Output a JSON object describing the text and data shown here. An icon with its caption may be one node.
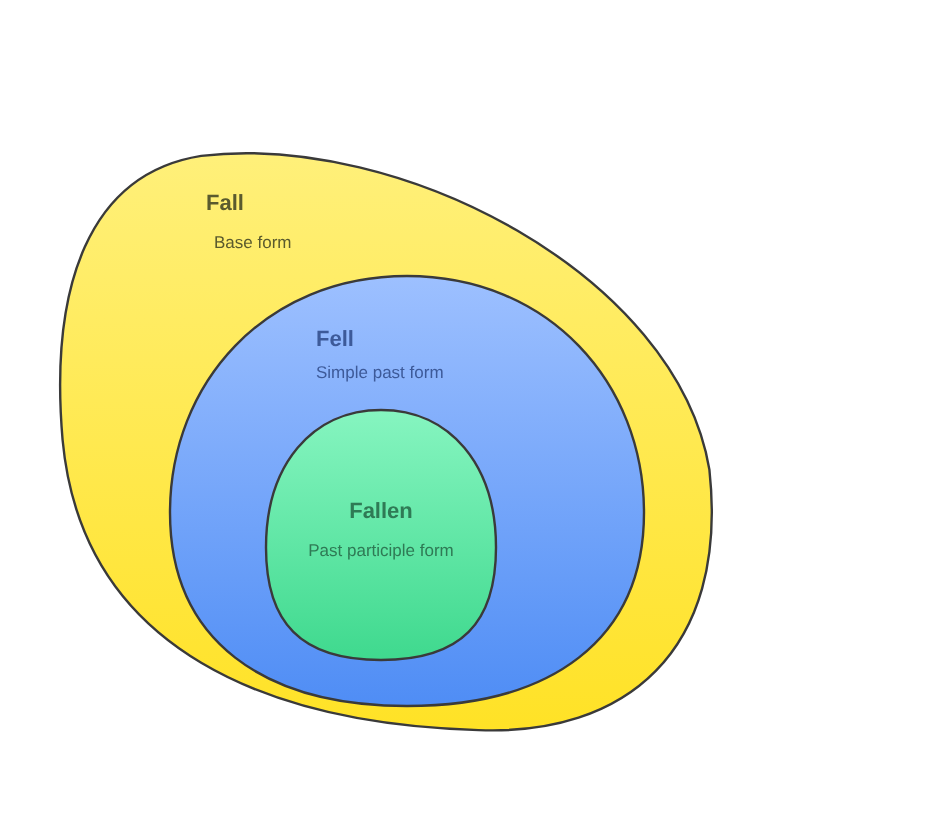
{
  "diagram": {
    "nodes": [
      {
        "text": [
          "Fall",
          "Base form"
        ]
      },
      {
        "text": [
          "Fell",
          "Simple past form"
        ],
        "in": 0
      },
      {
        "text": [
          "Fallen",
          "Past participle form"
        ],
        "in": 1
      }
    ]
  }
}
